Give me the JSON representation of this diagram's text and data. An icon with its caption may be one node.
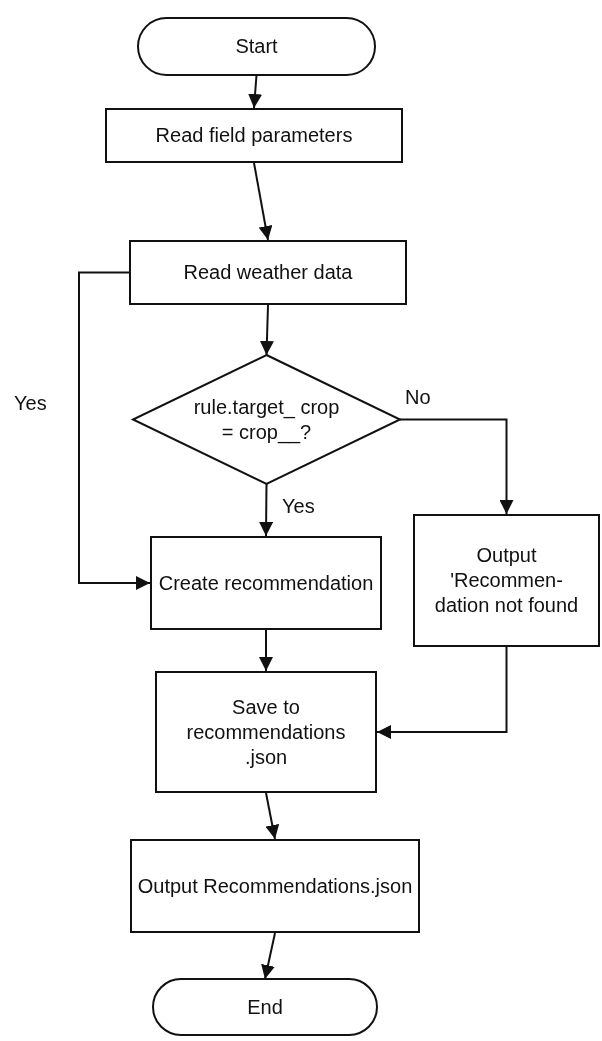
{
  "diagram": {
    "nodes": [
      {
        "text": [
          "Start"
        ]
      },
      {
        "text": [
          "Read field parameters"
        ]
      },
      {
        "text": [
          "Read weather data"
        ]
      },
      {
        "text": [
          "rule.target_ crop = crop__?"
        ]
      },
      {
        "text": [
          "Create recommendation"
        ]
      },
      {
        "text": [
          "Output 'Recommen- dation not found"
        ]
      },
      {
        "text": [
          "Save to recommendations .json"
        ]
      },
      {
        "text": [
          "Output Recommendations.json"
        ]
      },
      {
        "text": [
          "End"
        ]
      }
    ],
    "edges": [
      {
        "from": 0,
        "to": 1,
        "arrow": "to"
      },
      {
        "from": 1,
        "to": 2,
        "arrow": "to"
      },
      {
        "from": 2,
        "to": 3,
        "arrow": "to"
      },
      {
        "from": 3,
        "to": 4,
        "arrow": "to",
        "label": "Yes"
      },
      {
        "from": 3,
        "to": 5,
        "arrow": "to",
        "label": "No"
      },
      {
        "from": 2,
        "to": 4,
        "arrow": "to",
        "label": "Yes"
      },
      {
        "from": 4,
        "to": 6,
        "arrow": "to"
      },
      {
        "from": 5,
        "to": 6,
        "arrow": "to"
      },
      {
        "from": 6,
        "to": 7,
        "arrow": "to"
      },
      {
        "from": 7,
        "to": 8,
        "arrow": "to"
      }
    ]
  }
}
